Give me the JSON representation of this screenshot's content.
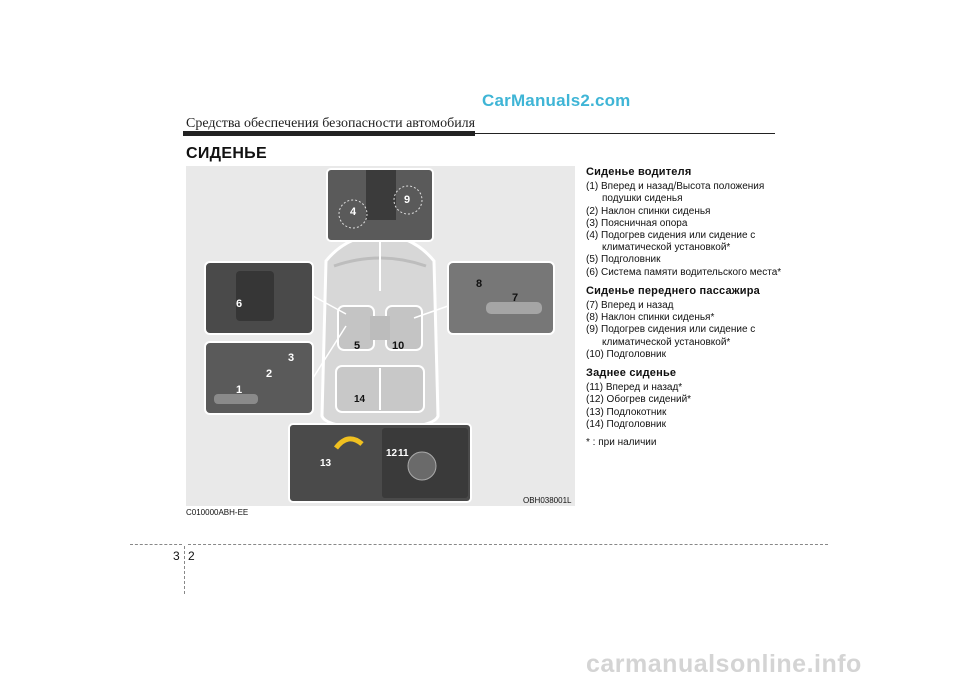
{
  "watermark_top": "CarManuals2.com",
  "header": {
    "title": "Средства обеспечения безопасности автомобиля"
  },
  "section_title": "СИДЕНЬЕ",
  "figure": {
    "code_left": "C010000ABH-EE",
    "code_right": "OBH038001L",
    "callouts": [
      "1",
      "2",
      "3",
      "4",
      "5",
      "6",
      "7",
      "8",
      "9",
      "10",
      "11",
      "12",
      "13",
      "14"
    ]
  },
  "text": {
    "driver": {
      "heading": "Сиденье водителя",
      "items": [
        "(1) Вперед и назад/Высота положения подушки сиденья",
        "(2) Наклон спинки сиденья",
        "(3) Поясничная опора",
        "(4) Подогрев сидения или сидение с климатической установкой*",
        "(5) Подголовник",
        "(6) Система памяти водительского места*"
      ]
    },
    "passenger": {
      "heading": "Сиденье переднего пассажира",
      "items": [
        "(7) Вперед и назад",
        "(8) Наклон спинки сиденья*",
        "(9) Подогрев сидения или сидение с климатической установкой*",
        "(10) Подголовник"
      ]
    },
    "rear": {
      "heading": "Заднее сиденье",
      "items": [
        "(11) Вперед и назад*",
        "(12) Обогрев сидений*",
        "(13) Подлокотник",
        "(14) Подголовник"
      ]
    },
    "note": "* : при наличии"
  },
  "footer": {
    "page_chapter": "3",
    "page_number": "2"
  },
  "watermark_bottom": "carmanualsonline.info"
}
